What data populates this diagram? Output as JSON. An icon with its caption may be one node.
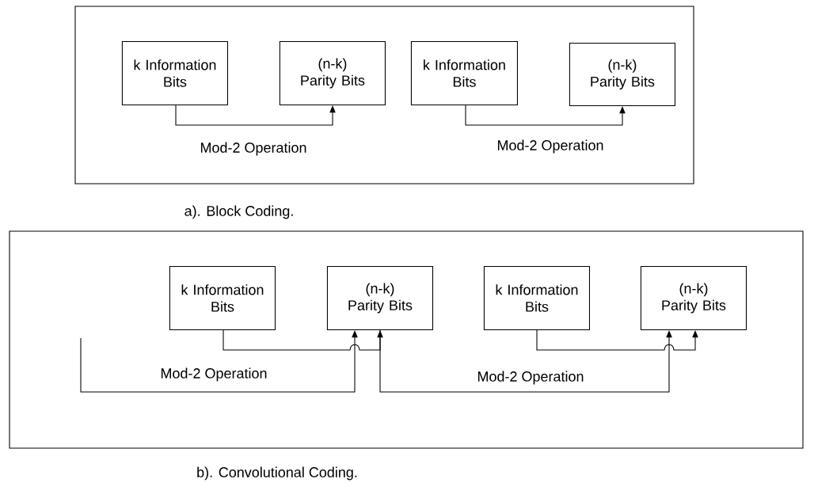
{
  "diagram": {
    "nodes": [
      {
        "text": [],
        "shape": "box"
      },
      {
        "text": [
          "k Information Bits"
        ],
        "in": 0
      },
      {
        "text": [
          "(n-k) Parity Bits"
        ],
        "in": 0
      },
      {
        "text": [
          "k Information Bits"
        ],
        "in": 0
      },
      {
        "text": [
          "(n-k) Parity Bits"
        ],
        "in": 0
      },
      {
        "text": [],
        "shape": "box"
      },
      {
        "text": [
          "k Information Bits"
        ],
        "in": 5
      },
      {
        "text": [
          "(n-k) Parity Bits"
        ],
        "in": 5
      },
      {
        "text": [
          "k Information Bits"
        ],
        "in": 5
      },
      {
        "text": [
          "(n-k) Parity Bits"
        ],
        "in": 5
      }
    ],
    "edges": [
      {
        "from": 1,
        "to": 2,
        "arrow": "to"
      },
      {
        "from": 3,
        "to": 4,
        "arrow": "to"
      },
      {
        "from": 6,
        "to": 7,
        "arrow": "to"
      },
      {
        "from": null,
        "to": 7,
        "arrow": "to"
      },
      {
        "from": 7,
        "to": 9,
        "arrow": "to"
      },
      {
        "from": 8,
        "to": 9,
        "arrow": "to"
      }
    ],
    "labels": [
      "Mod-2 Operation",
      "Mod-2 Operation",
      "a). Block Coding.",
      "Mod-2 Operation",
      "Mod-2 Operation",
      "b). Convolutional Coding."
    ]
  }
}
